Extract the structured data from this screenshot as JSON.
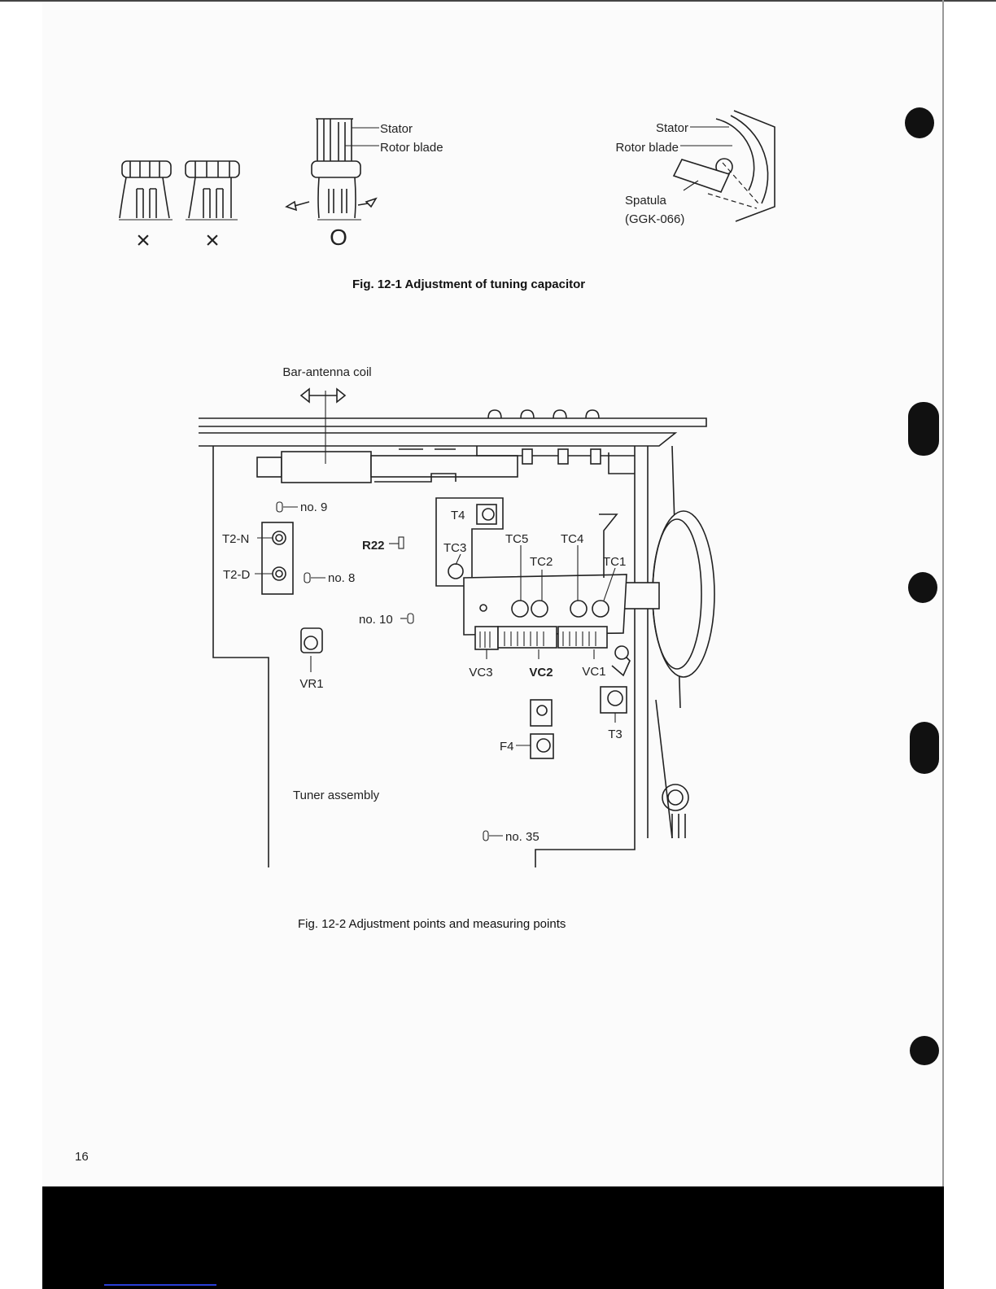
{
  "figure1": {
    "stator_label": "Stator",
    "rotor_label": "Rotor blade",
    "right_stator_label": "Stator",
    "right_rotor_label": "Rotor blade",
    "spatula_label": "Spatula",
    "spatula_part": "(GGK-066)",
    "mark_wrong": "×",
    "mark_correct": "O",
    "caption": "Fig. 12-1  Adjustment of tuning capacitor"
  },
  "figure2": {
    "bar_antenna": "Bar-antenna coil",
    "no9": "no. 9",
    "no8": "no. 8",
    "no10": "no. 10",
    "no35": "no. 35",
    "t2n": "T2-N",
    "t2d": "T2-D",
    "r22": "R22",
    "t4": "T4",
    "tc3": "TC3",
    "tc5": "TC5",
    "tc4": "TC4",
    "tc2": "TC2",
    "tc1": "TC1",
    "vr1": "VR1",
    "vc3": "VC3",
    "vc2": "VC2",
    "vc1": "VC1",
    "t3": "T3",
    "f4": "F4",
    "tuner": "Tuner assembly",
    "caption": "Fig. 12-2  Adjustment points and measuring points"
  },
  "page_number": "16"
}
